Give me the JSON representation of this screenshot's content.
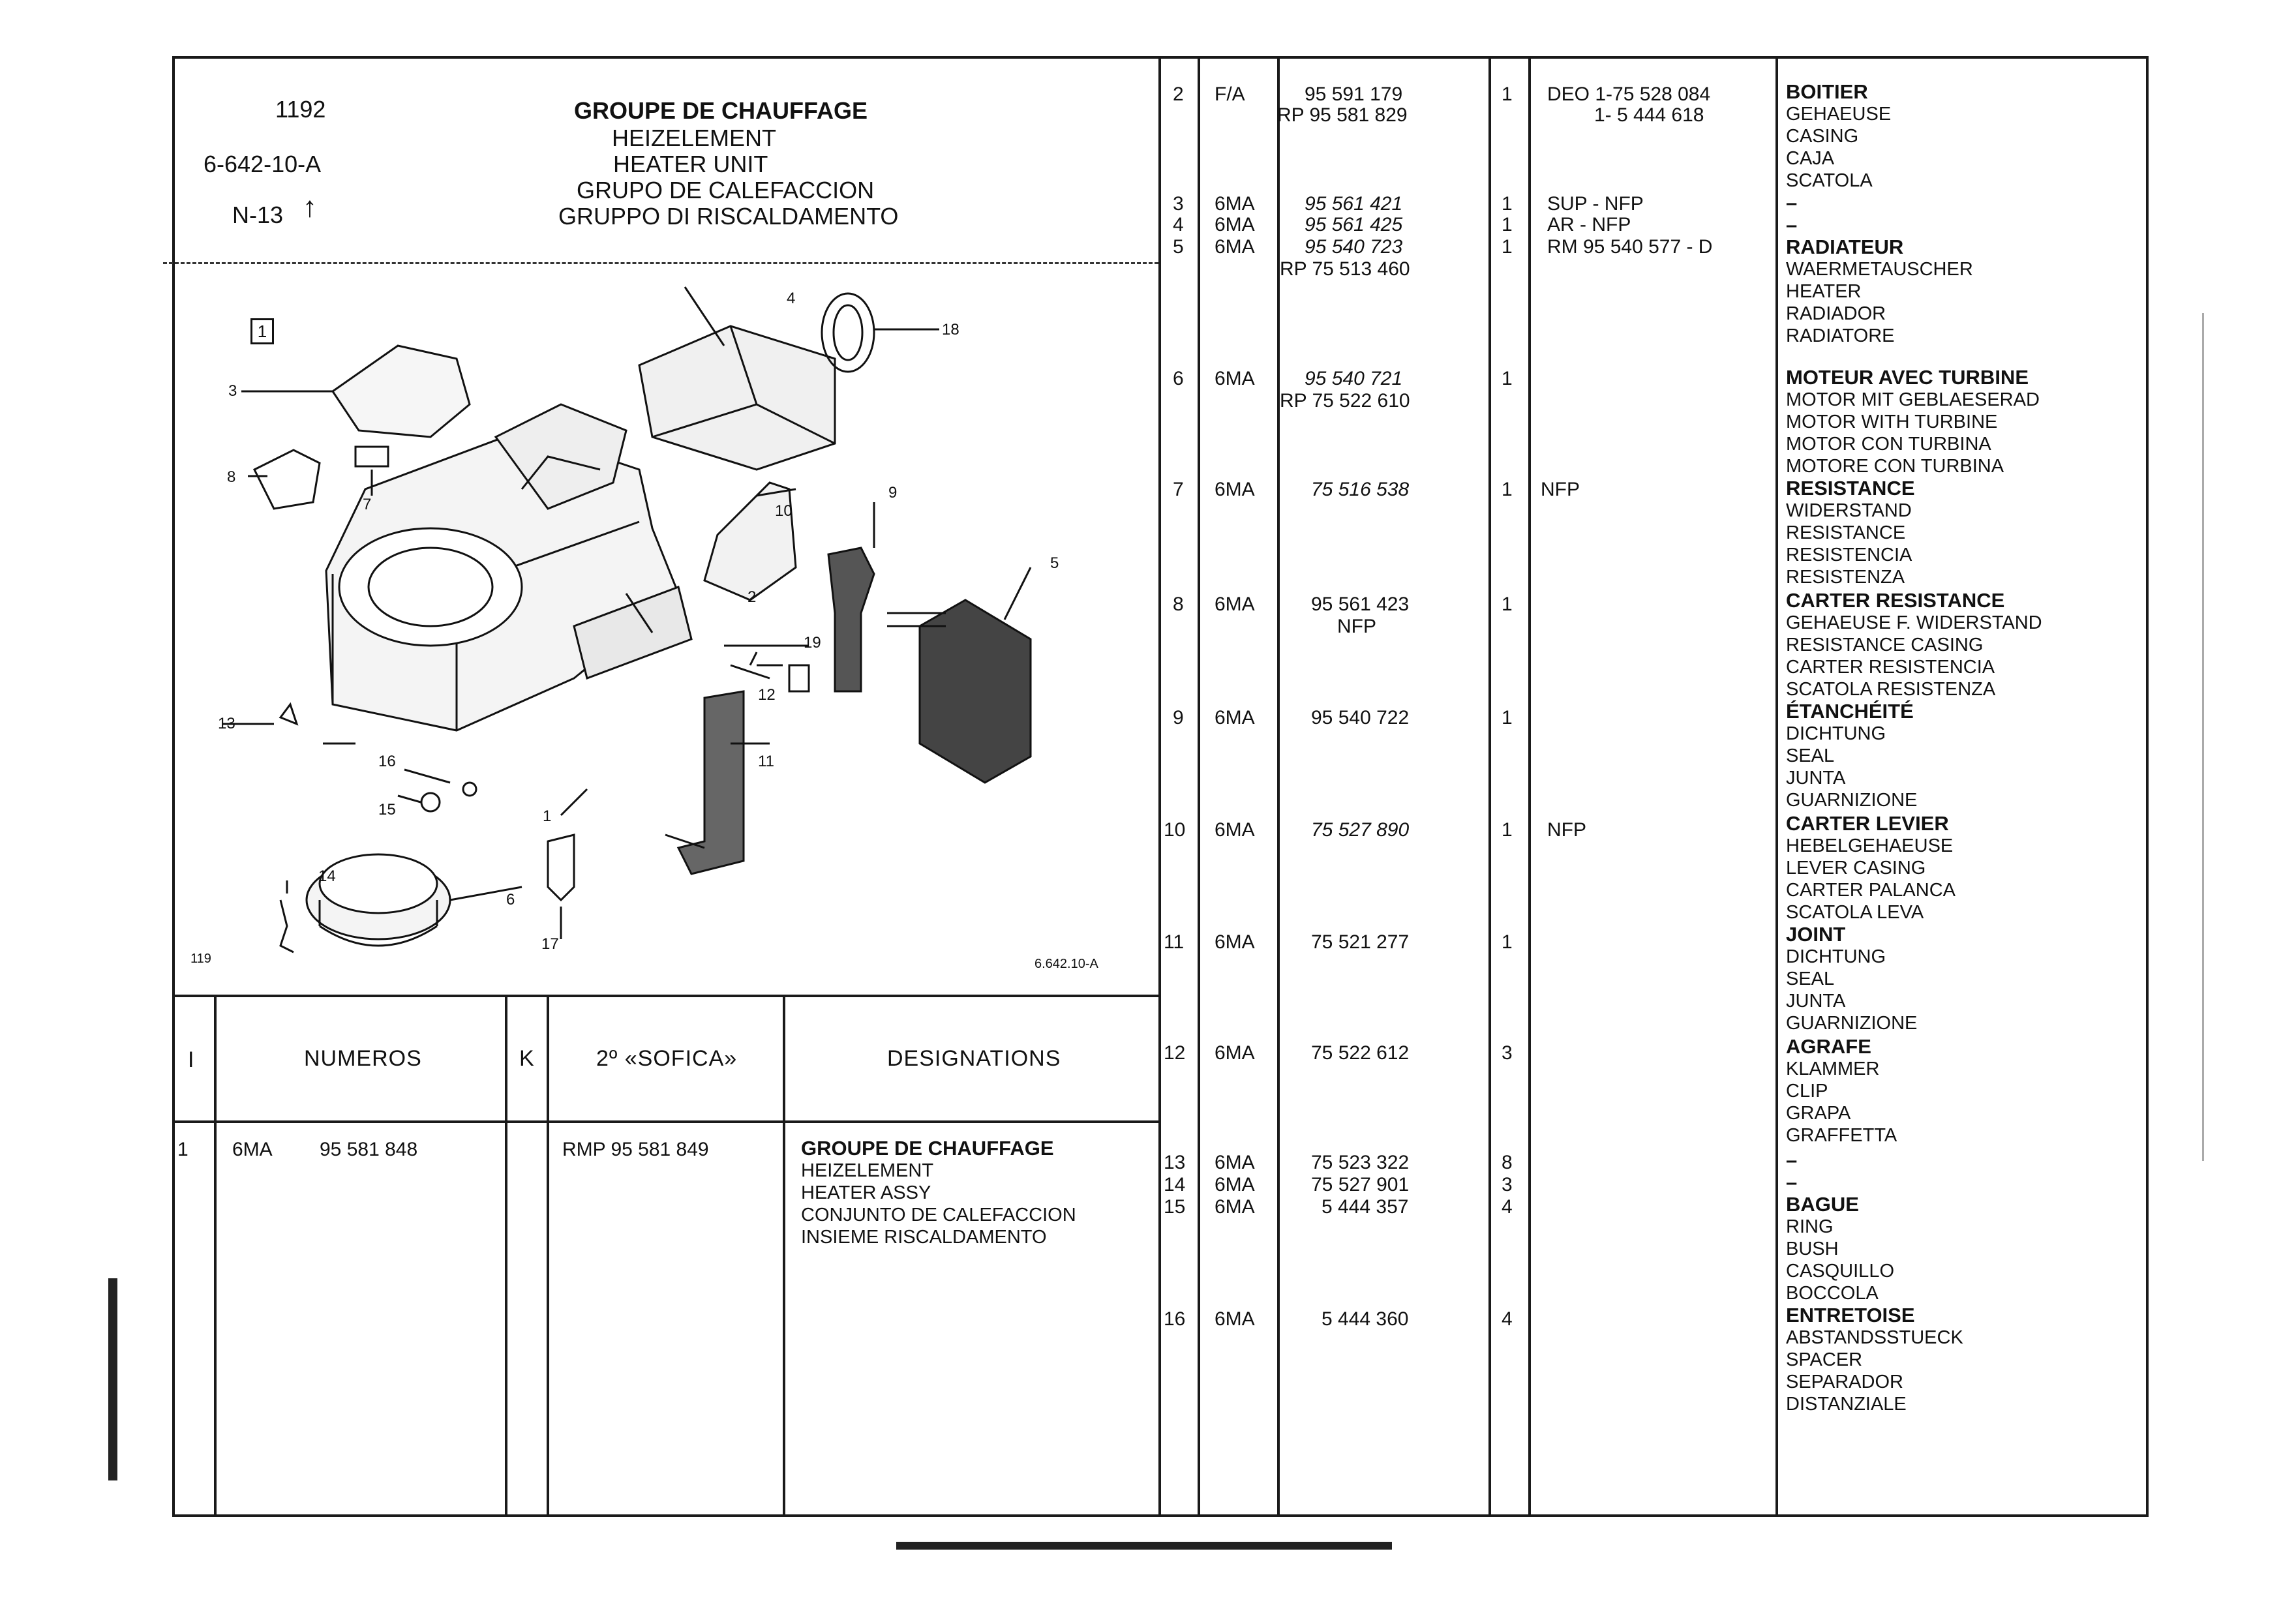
{
  "header": {
    "plate_number": "1192",
    "reference": "6-642-10-A",
    "page_ref": "N-13",
    "titles": [
      "GROUPE DE CHAUFFAGE",
      "HEIZELEMENT",
      "HEATER UNIT",
      "GRUPO DE CALEFACCION",
      "GRUPPO DI RISCALDAMENTO"
    ]
  },
  "figure": {
    "box_label": "1",
    "corner_left": "119",
    "corner_right": "6.642.10-A",
    "callouts": [
      "1",
      "2",
      "3",
      "4",
      "5",
      "6",
      "7",
      "8",
      "9",
      "10",
      "11",
      "12",
      "13",
      "14",
      "15",
      "16",
      "17",
      "18",
      "19"
    ]
  },
  "columns": {
    "col1": "I",
    "numeros": "NUMEROS",
    "k": "K",
    "sofica": "2º «SOFICA»",
    "designations": "DESIGNATIONS"
  },
  "main_item": {
    "index": "1",
    "code": "6MA",
    "number": "95 581 848",
    "sofica": "RMP 95 581 849",
    "designation": [
      "GROUPE DE CHAUFFAGE",
      "HEIZELEMENT",
      "HEATER ASSY",
      "CONJUNTO DE CALEFACCION",
      "INSIEME RISCALDAMENTO"
    ]
  },
  "parts": [
    {
      "index": "2",
      "code": "F/A",
      "number": "95 591 179",
      "number2": "RP 95 581 829",
      "qty": "1",
      "note": "DEO 1-75 528 084",
      "note2": "1- 5 444 618"
    },
    {
      "index": "3",
      "code": "6MA",
      "number": "95 561 421",
      "qty": "1",
      "note": "SUP - NFP"
    },
    {
      "index": "4",
      "code": "6MA",
      "number": "95 561 425",
      "qty": "1",
      "note": "AR - NFP"
    },
    {
      "index": "5",
      "code": "6MA",
      "number": "95 540 723",
      "number2": "RP 75 513 460",
      "qty": "1",
      "note": "RM 95 540 577 - D"
    },
    {
      "index": "6",
      "code": "6MA",
      "number": "95 540 721",
      "number2": "RP 75 522 610",
      "qty": "1"
    },
    {
      "index": "7",
      "code": "6MA",
      "number": "75 516 538",
      "qty": "1",
      "note": "NFP"
    },
    {
      "index": "8",
      "code": "6MA",
      "number": "95 561 423",
      "number2": "NFP",
      "qty": "1"
    },
    {
      "index": "9",
      "code": "6MA",
      "number": "95 540 722",
      "qty": "1"
    },
    {
      "index": "10",
      "code": "6MA",
      "number": "75 527 890",
      "qty": "1",
      "note": "NFP"
    },
    {
      "index": "11",
      "code": "6MA",
      "number": "75 521 277",
      "qty": "1"
    },
    {
      "index": "12",
      "code": "6MA",
      "number": "75 522 612",
      "qty": "3"
    },
    {
      "index": "13",
      "code": "6MA",
      "number": "75 523 322",
      "qty": "8"
    },
    {
      "index": "14",
      "code": "6MA",
      "number": "75 527 901",
      "qty": "3"
    },
    {
      "index": "15",
      "code": "6MA",
      "number": "5 444 357",
      "qty": "4"
    },
    {
      "index": "16",
      "code": "6MA",
      "number": "5 444 360",
      "qty": "4"
    }
  ],
  "designations": [
    [
      "BOITIER",
      "GEHAEUSE",
      "CASING",
      "CAJA",
      "SCATOLA"
    ],
    [
      "–"
    ],
    [
      "–"
    ],
    [
      "RADIATEUR",
      "WAERMETAUSCHER",
      "HEATER",
      "RADIADOR",
      "RADIATORE"
    ],
    [
      "MOTEUR AVEC TURBINE",
      "MOTOR MIT GEBLAESERAD",
      "MOTOR WITH TURBINE",
      "MOTOR CON TURBINA",
      "MOTORE CON TURBINA"
    ],
    [
      "RESISTANCE",
      "WIDERSTAND",
      "RESISTANCE",
      "RESISTENCIA",
      "RESISTENZA"
    ],
    [
      "CARTER RESISTANCE",
      "GEHAEUSE F. WIDERSTAND",
      "RESISTANCE CASING",
      "CARTER RESISTENCIA",
      "SCATOLA RESISTENZA"
    ],
    [
      "ÉTANCHÉITÉ",
      "DICHTUNG",
      "SEAL",
      "JUNTA",
      "GUARNIZIONE"
    ],
    [
      "CARTER LEVIER",
      "HEBELGEHAEUSE",
      "LEVER CASING",
      "CARTER PALANCA",
      "SCATOLA LEVA"
    ],
    [
      "JOINT",
      "DICHTUNG",
      "SEAL",
      "JUNTA",
      "GUARNIZIONE"
    ],
    [
      "AGRAFE",
      "KLAMMER",
      "CLIP",
      "GRAPA",
      "GRAFFETTA"
    ],
    [
      "–"
    ],
    [
      "–"
    ],
    [
      "BAGUE",
      "RING",
      "BUSH",
      "CASQUILLO",
      "BOCCOLA"
    ],
    [
      "ENTRETOISE",
      "ABSTANDSSTUECK",
      "SPACER",
      "SEPARADOR",
      "DISTANZIALE"
    ]
  ]
}
